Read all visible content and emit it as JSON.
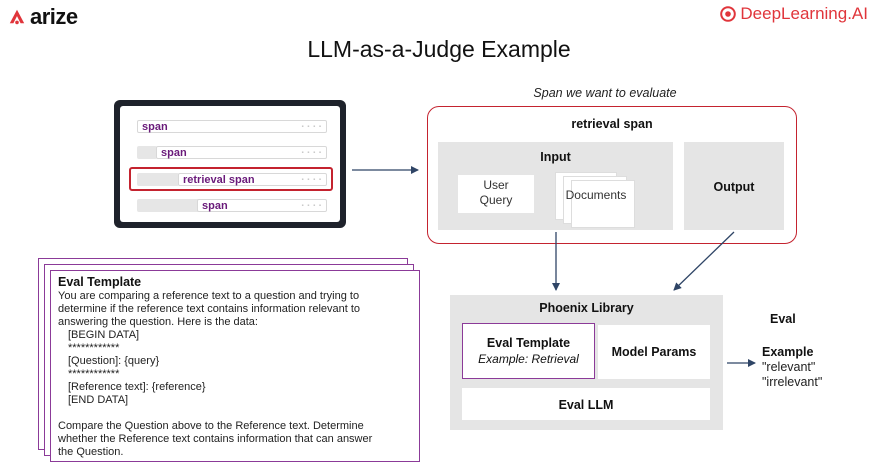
{
  "branding": {
    "left_logo": "arize",
    "right_logo": "DeepLearning.AI",
    "left_logo_color": "#e0353b",
    "right_logo_color": "#e0353b"
  },
  "title": "LLM-as-a-Judge Example",
  "trace": {
    "spans": [
      {
        "label": "span"
      },
      {
        "label": "span"
      },
      {
        "label": "retrieval span"
      },
      {
        "label": "span"
      }
    ],
    "highlight_color": "#c4232f"
  },
  "span_eval": {
    "caption": "Span we want to evaluate",
    "title": "retrieval span",
    "input_title": "Input",
    "user_query": "User Query",
    "documents": "Documents",
    "output_title": "Output"
  },
  "eval_template": {
    "heading": "Eval Template",
    "lines": [
      "You are comparing a reference text to a question and trying to",
      "determine if the reference text contains information relevant to",
      "answering the question. Here is the data:",
      "[BEGIN DATA]",
      "************",
      "[Question]: {query}",
      "************",
      "[Reference text]: {reference}",
      "[END DATA]",
      "",
      "Compare the Question above to the Reference text. Determine",
      "whether the Reference text contains information that can answer",
      "the Question."
    ]
  },
  "phoenix": {
    "title": "Phoenix Library",
    "eval_template_title": "Eval Template",
    "eval_template_example": "Example: Retrieval",
    "model_params": "Model Params",
    "eval_llm": "Eval LLM"
  },
  "eval_output": {
    "title": "Eval",
    "example_title": "Example",
    "examples": [
      "\"relevant\"",
      "\"irrelevant\""
    ]
  },
  "colors": {
    "accent_red": "#c4232f",
    "accent_purple": "#8b3a98",
    "span_text": "#6a1a7a",
    "panel_grey": "#e5e5e5",
    "arrow": "#2f4566"
  }
}
